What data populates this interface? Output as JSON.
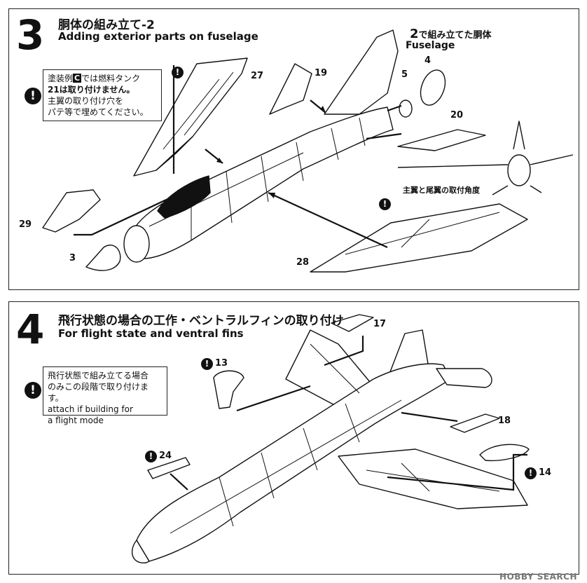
{
  "step3": {
    "number": "3",
    "title_jp": "胴体の組み立て-2",
    "title_en": "Adding exterior parts on fuselage",
    "note_lines": [
      "塗装例",
      "では燃料タンク",
      "21は取り付けません。",
      "主翼の取り付け穴を",
      "パテ等で埋めてください。"
    ],
    "note_badge": "C",
    "fuselage_ref_num": "2",
    "fuselage_ref_jp": "で組み立てた胴体",
    "fuselage_ref_en": "Fuselage",
    "angle_label": "主翼と尾翼の取付角度",
    "parts": [
      "27",
      "19",
      "4",
      "5",
      "20",
      "29",
      "3",
      "28"
    ]
  },
  "step4": {
    "number": "4",
    "title_jp": "飛行状態の場合の工作・ベントラルフィンの取り付け",
    "title_en": "For flight state and ventral fins",
    "note_lines": [
      "飛行状態で組み立てる場合",
      "のみこの段階で取り付けます。",
      "attach if building for",
      "a flight mode"
    ],
    "parts": [
      "17",
      "13",
      "18",
      "24",
      "14"
    ]
  },
  "warning_glyph": "!",
  "watermark": "HOBBY SEARCH"
}
